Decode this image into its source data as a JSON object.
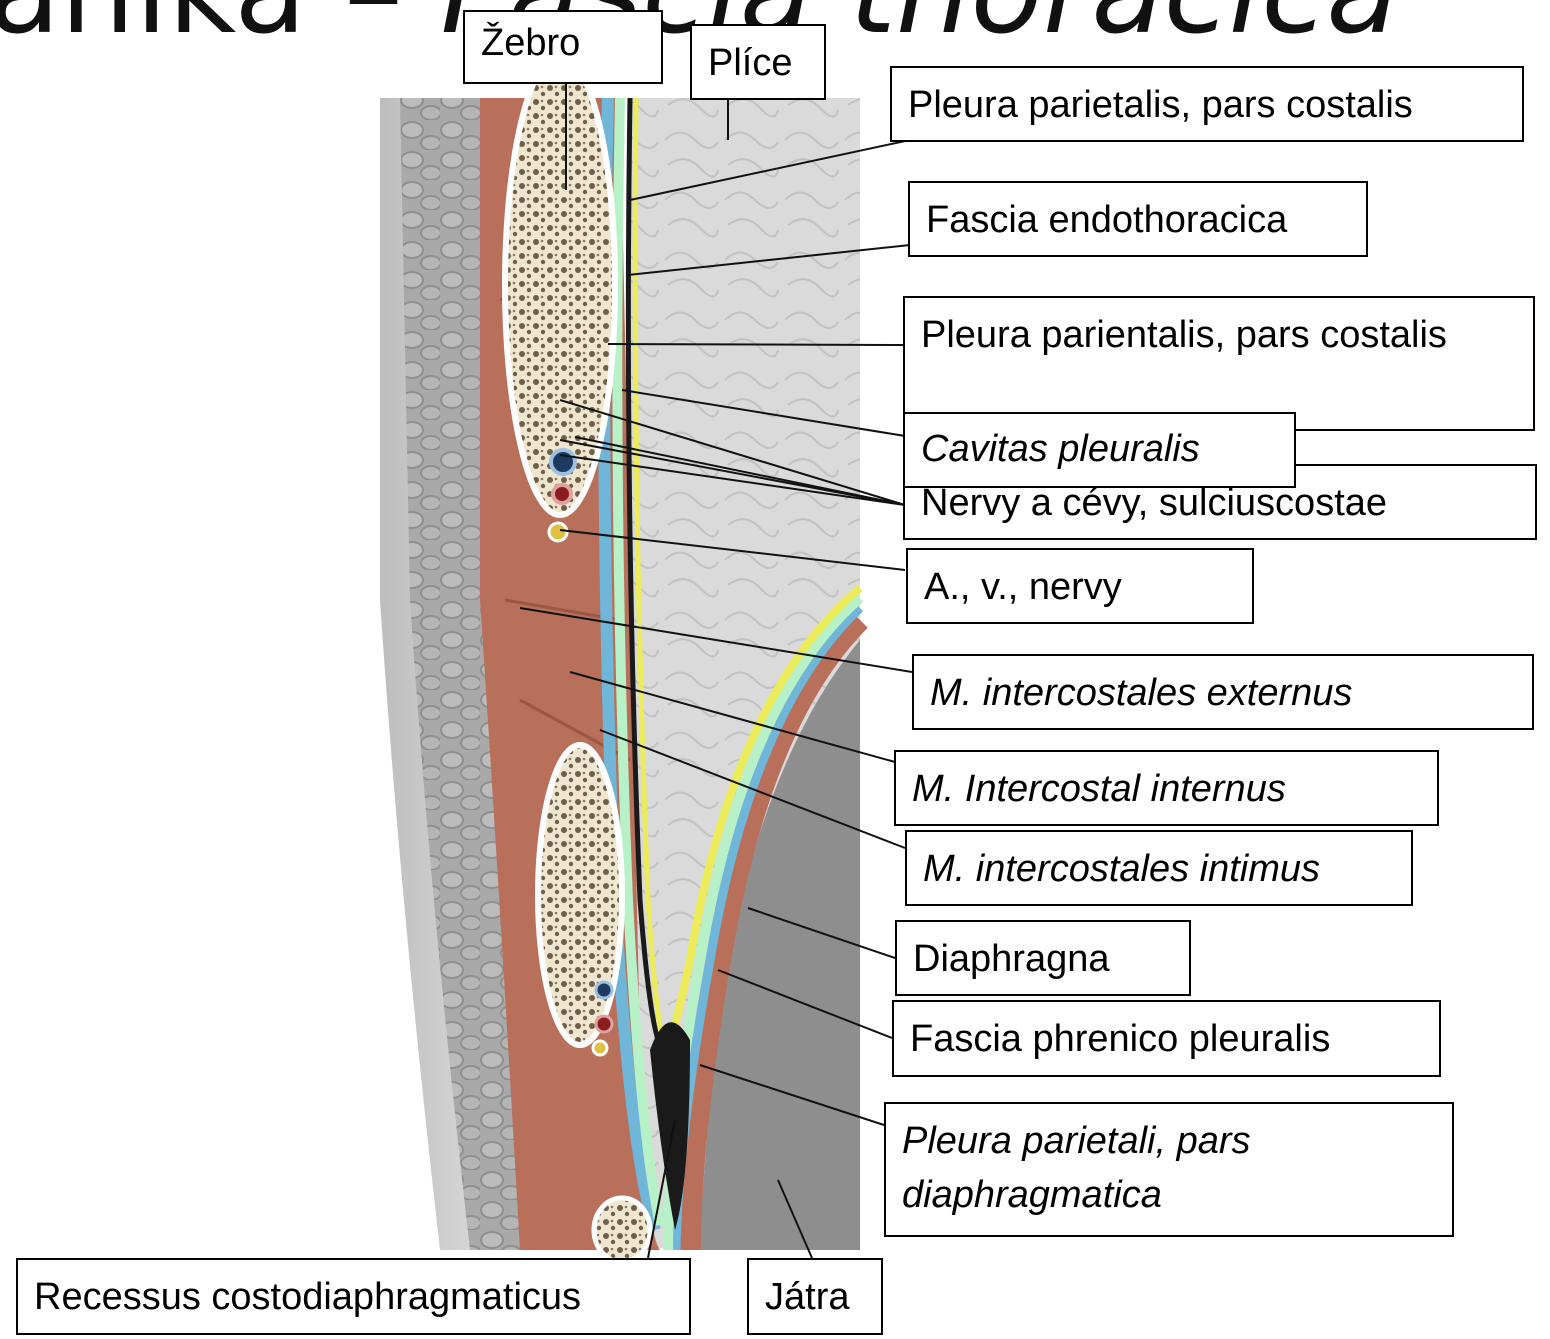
{
  "title": {
    "main": "anika",
    "italic": "Fascia thoracica"
  },
  "labels": {
    "zebro": "Žebro",
    "plice": "Plíce",
    "pleura_costalis": "Pleura parietalis, pars costalis",
    "fascia_endothoracica": "Fascia endothoracica",
    "pleura_parientalis": "Pleura parientalis, pars costalis",
    "cavitas": "Cavitas pleuralis",
    "nervy_cevy": "Nervy a cévy, sulciuscostae",
    "a_v_nervy": "A., v., nervy",
    "m_externus": "M. intercostales externus",
    "m_internus": "M. Intercostal internus",
    "m_intimus": "M. intercostales intimus",
    "diaphragna": "Diaphragna",
    "fascia_phrenico": "Fascia phrenico pleuralis",
    "pleura_diaphragmatica": "Pleura parietali, pars diaphragmatica",
    "recessus": "Recessus costodiaphragmaticus",
    "jatra": "Játra"
  },
  "colors": {
    "muscle": "#b9705a",
    "bone": "#efe6cf",
    "lung": "#d9d9d9",
    "liver": "#8c8c8c",
    "pleura_yellow": "#ecec5a",
    "fascia_green": "#b8f0c8",
    "pleura_blue": "#6fb6d8",
    "dark_space": "#1a1a1a",
    "skin_gray": "#c9c9c9"
  }
}
